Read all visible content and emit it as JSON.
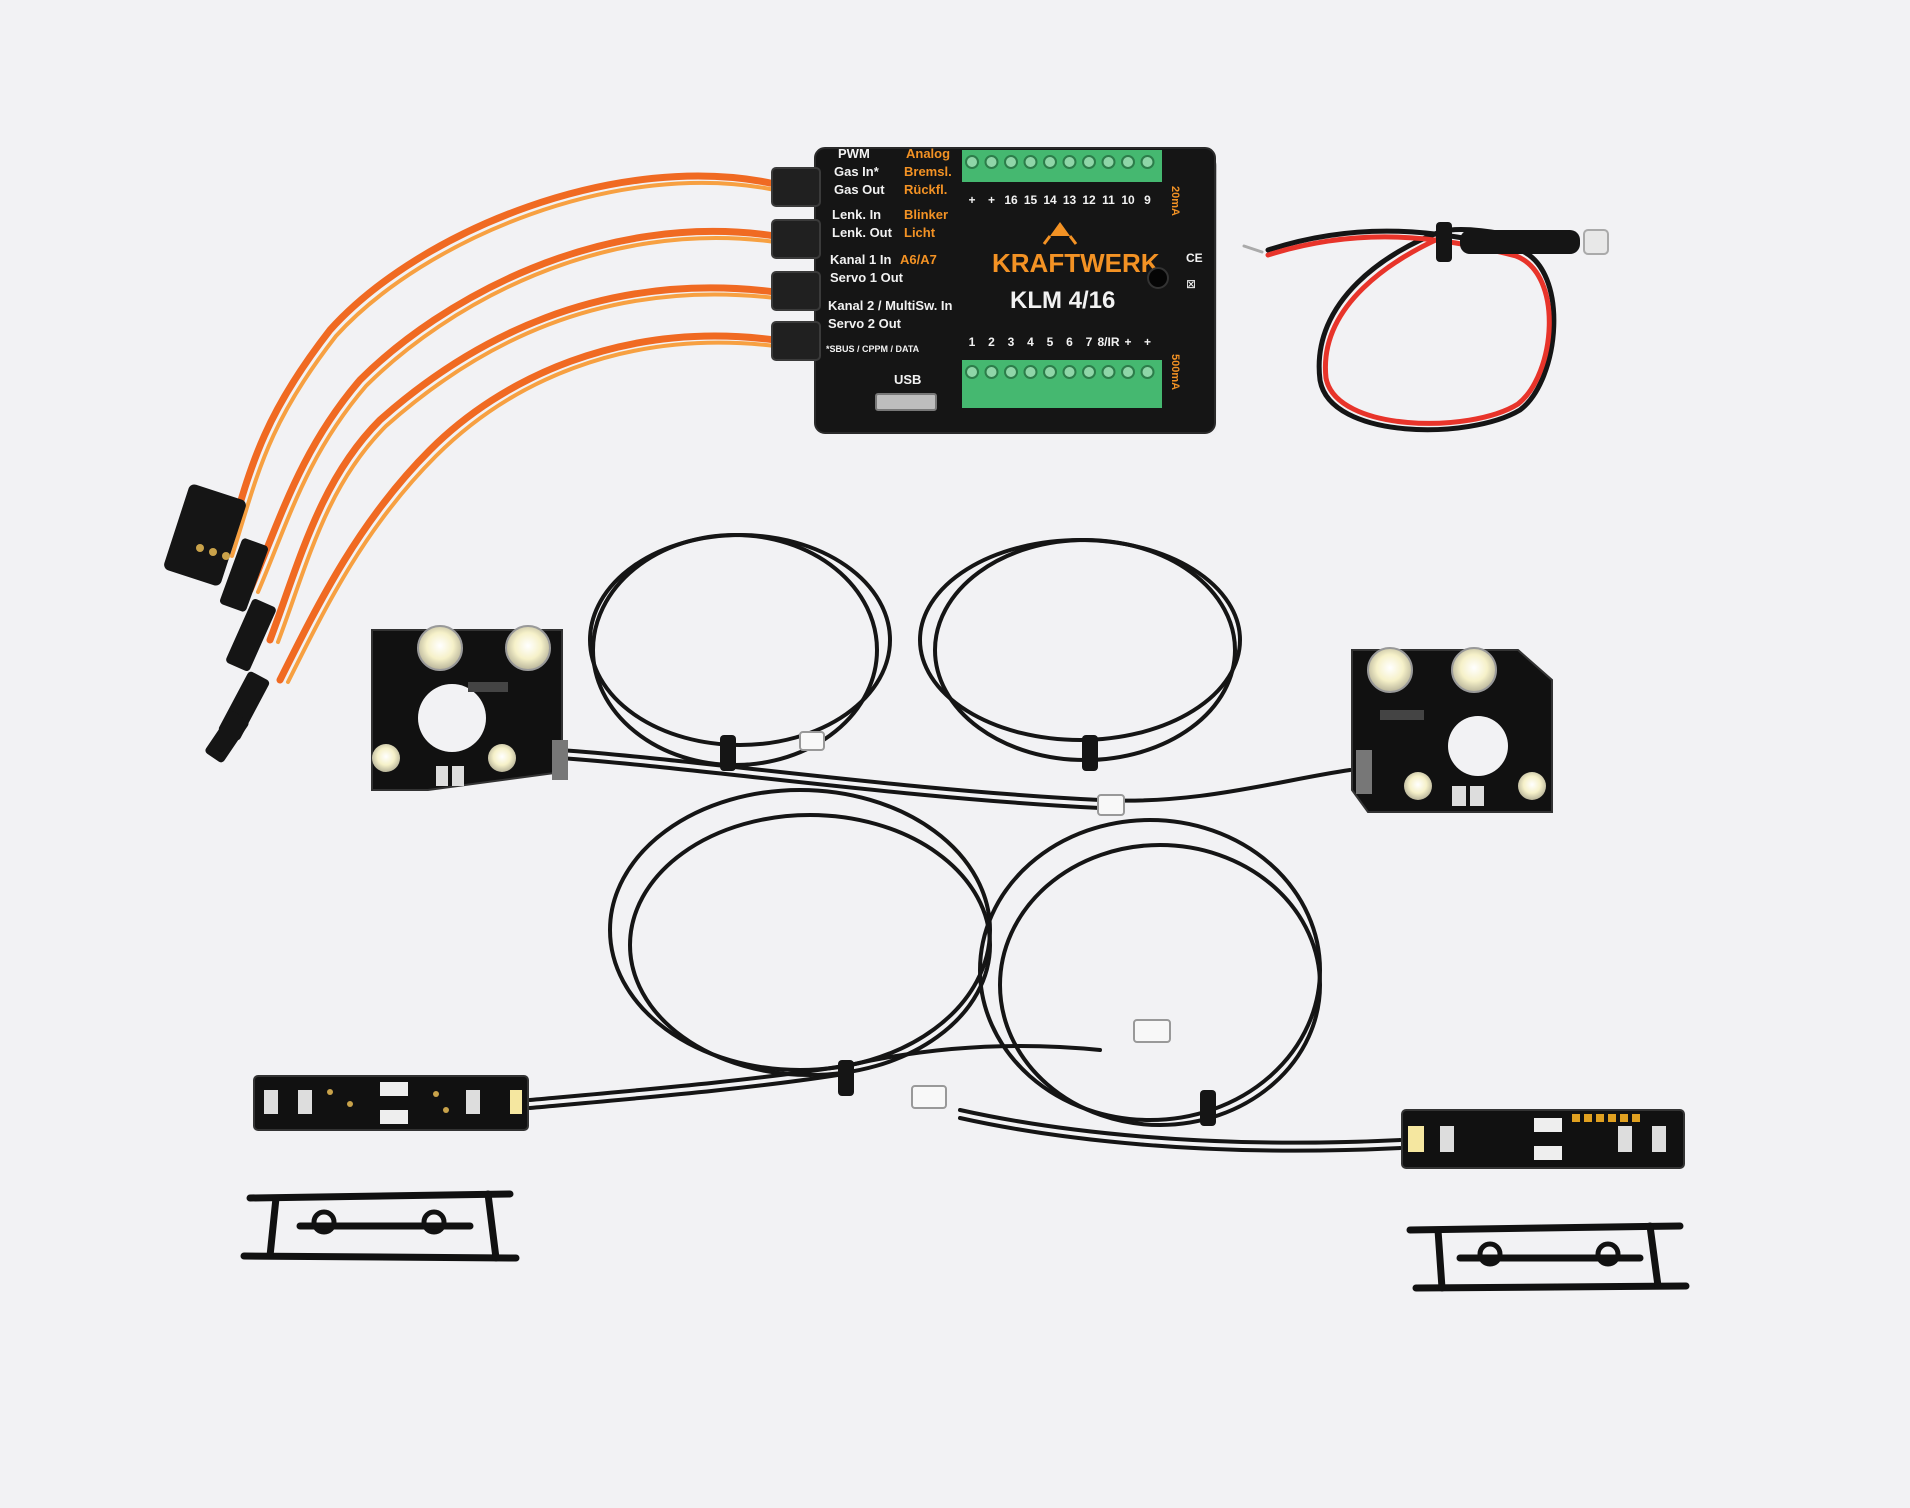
{
  "module": {
    "logo_text": "KRAFTWERK",
    "model": "KLM 4/16",
    "usb_label": "USB",
    "note": "*SBUS / CPPM / DATA",
    "current_top": "20mA",
    "current_bottom": "500mA",
    "ce_mark": "CE",
    "top_pin_numbers": [
      "+",
      "+",
      "16",
      "15",
      "14",
      "13",
      "12",
      "11",
      "10",
      "9"
    ],
    "bottom_pin_numbers": [
      "1",
      "2",
      "3",
      "4",
      "5",
      "6",
      "7",
      "8/IR",
      "+",
      "+"
    ],
    "port_labels": [
      {
        "white": [
          "PWM",
          "Gas In*",
          "Gas Out"
        ],
        "orange": [
          "Analog",
          "Bremsl.",
          "Rückfl."
        ]
      },
      {
        "white": [
          "Lenk. In",
          "Lenk. Out"
        ],
        "orange": [
          "Blinker",
          "Licht"
        ]
      },
      {
        "white": [
          "Kanal 1 In",
          "Servo 1 Out"
        ],
        "orange": [
          "A6/A7"
        ]
      },
      {
        "white": [
          "Kanal 2 / MultiSw. In",
          "Servo 2 Out"
        ],
        "orange": []
      }
    ]
  },
  "colors": {
    "background": "#f2f2f4",
    "module_body": "#151515",
    "terminal_green": "#45b870",
    "label_orange": "#f39224",
    "servo_wire": "#f56a1f",
    "red_wire": "#e8342a"
  }
}
